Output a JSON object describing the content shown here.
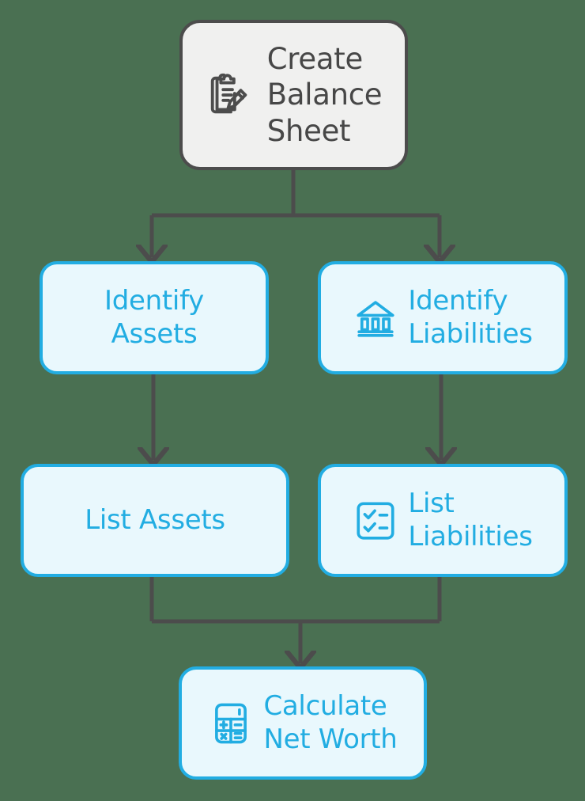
{
  "diagram": {
    "title": "Create Balance Sheet flowchart",
    "background_color": "#4a7052",
    "accent_color": "#22ade2",
    "node_fill_color": "#e9f8fd",
    "root_fill_color": "#f0f0ef",
    "root_border_color": "#4c4c4c",
    "connector_color": "#4c4c4c"
  },
  "nodes": {
    "create": {
      "label": "Create\nBalance\nSheet",
      "icon": "clipboard-pencil-icon"
    },
    "identify_assets": {
      "label": "Identify\nAssets",
      "icon": ""
    },
    "identify_liabilities": {
      "label": "Identify\nLiabilities",
      "icon": "bank-icon"
    },
    "list_assets": {
      "label": "List Assets",
      "icon": ""
    },
    "list_liabilities": {
      "label": "List\nLiabilities",
      "icon": "checklist-icon"
    },
    "calculate": {
      "label": "Calculate\nNet Worth",
      "icon": "calculator-icon"
    }
  },
  "edges": [
    {
      "name": "create-to-identify-assets",
      "from": "create",
      "to": "identify_assets"
    },
    {
      "name": "create-to-identify-liabilities",
      "from": "create",
      "to": "identify_liabilities"
    },
    {
      "name": "identify-assets-to-list-assets",
      "from": "identify_assets",
      "to": "list_assets"
    },
    {
      "name": "identify-liabilities-to-list-liabilities",
      "from": "identify_liabilities",
      "to": "list_liabilities"
    },
    {
      "name": "list-assets-to-calculate",
      "from": "list_assets",
      "to": "calculate"
    },
    {
      "name": "list-liabilities-to-calculate",
      "from": "list_liabilities",
      "to": "calculate"
    }
  ]
}
